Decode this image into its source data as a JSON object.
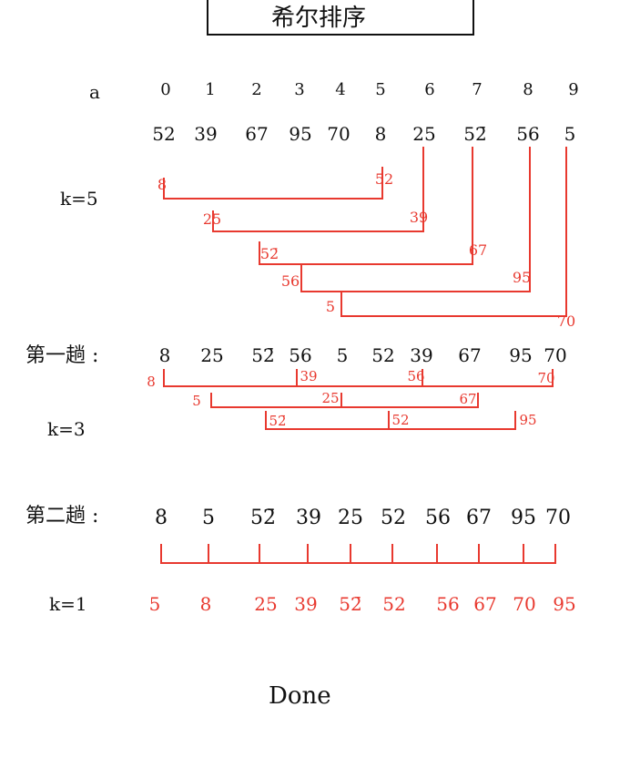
{
  "title": "希尔排序",
  "colors": {
    "ink": "#111111",
    "accent": "#e8392f"
  },
  "index_label": "a",
  "indices": [
    "0",
    "1",
    "2",
    "3",
    "4",
    "5",
    "6",
    "7",
    "8",
    "9"
  ],
  "original": [
    "52",
    "39",
    "67",
    "95",
    "70",
    "8",
    "25",
    "52̄",
    "56",
    "5"
  ],
  "passes": [
    {
      "gap_label": "k=5",
      "groups": [
        {
          "members": [
            0,
            5
          ],
          "values": [
            "8",
            "52"
          ]
        },
        {
          "members": [
            1,
            6
          ],
          "values": [
            "25",
            "39"
          ]
        },
        {
          "members": [
            2,
            7
          ],
          "values": [
            "52̄",
            "67"
          ]
        },
        {
          "members": [
            3,
            8
          ],
          "values": [
            "56",
            "95"
          ]
        },
        {
          "members": [
            4,
            9
          ],
          "values": [
            "5",
            "70"
          ]
        }
      ]
    },
    {
      "pass_label": "第一趟 :",
      "gap_label": "k=3",
      "result": [
        "8",
        "25",
        "52̄",
        "56",
        "5",
        "52",
        "39",
        "67",
        "95",
        "70"
      ],
      "groups": [
        {
          "members": [
            0,
            3,
            6,
            9
          ],
          "values": [
            "8",
            "39",
            "56",
            "70"
          ]
        },
        {
          "members": [
            1,
            4,
            7
          ],
          "values": [
            "5",
            "25",
            "67"
          ]
        },
        {
          "members": [
            2,
            5,
            8
          ],
          "values": [
            "52̄",
            "52",
            "95"
          ]
        }
      ]
    },
    {
      "pass_label": "第二趟 :",
      "gap_label": "k=1",
      "result": [
        "8",
        "5",
        "52̄",
        "39",
        "25",
        "52",
        "56",
        "67",
        "95",
        "70"
      ],
      "final": [
        "5",
        "8",
        "25",
        "39",
        "52̄",
        "52",
        "56",
        "67",
        "70",
        "95"
      ]
    }
  ],
  "done_label": "Done"
}
